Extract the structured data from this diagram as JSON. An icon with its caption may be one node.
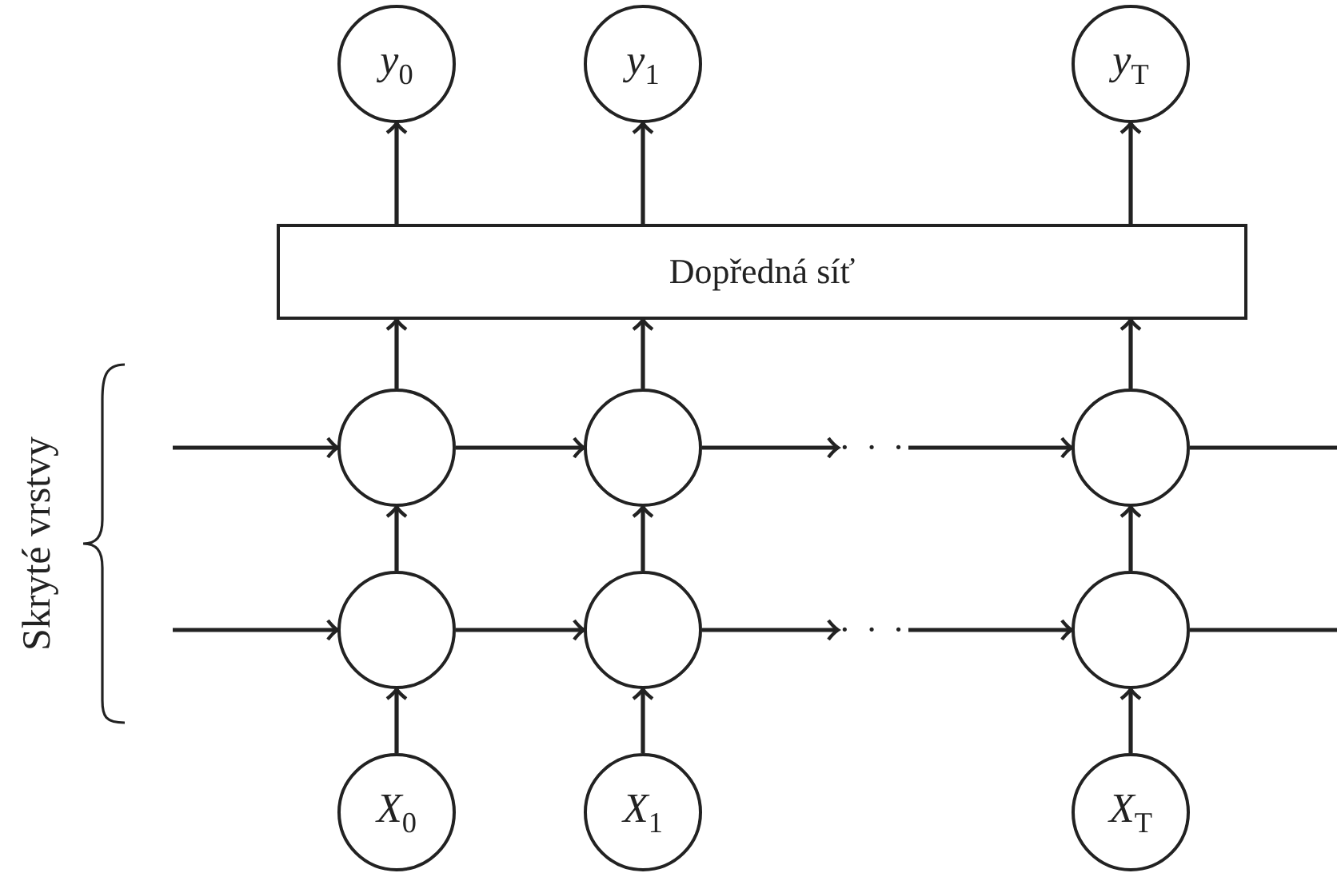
{
  "diagram": {
    "nodes": [
      {
        "text": [
          "*y*$_{0}$"
        ]
      },
      {
        "text": [
          "*y*$_{1}$"
        ]
      },
      {
        "text": [
          "*y*$_{T}$"
        ]
      },
      {
        "text": [
          "Dopředná síť"
        ]
      },
      {
        "text": [],
        "shape": "circle"
      },
      {
        "text": [],
        "shape": "circle"
      },
      {
        "text": [
          "· · ·"
        ]
      },
      {
        "text": [],
        "shape": "circle"
      },
      {
        "text": [],
        "shape": "circle"
      },
      {
        "text": [],
        "shape": "circle"
      },
      {
        "text": [
          "· · ·"
        ]
      },
      {
        "text": [],
        "shape": "circle"
      },
      {
        "text": [
          "*X*$_{0}$"
        ]
      },
      {
        "text": [
          "*X*$_{1}$"
        ]
      },
      {
        "text": [
          "*X*$_{T}$"
        ]
      }
    ],
    "edges": [
      {
        "from": 12,
        "to": 8,
        "arrow": "to"
      },
      {
        "from": 13,
        "to": 9,
        "arrow": "to"
      },
      {
        "from": 14,
        "to": 11,
        "arrow": "to"
      },
      {
        "from": 8,
        "to": 4,
        "arrow": "to"
      },
      {
        "from": 9,
        "to": 5,
        "arrow": "to"
      },
      {
        "from": 11,
        "to": 7,
        "arrow": "to"
      },
      {
        "from": 4,
        "to": 3,
        "arrow": "to"
      },
      {
        "from": 5,
        "to": 3,
        "arrow": "to"
      },
      {
        "from": 7,
        "to": 3,
        "arrow": "to"
      },
      {
        "from": 3,
        "to": 0,
        "arrow": "to"
      },
      {
        "from": 3,
        "to": 1,
        "arrow": "to"
      },
      {
        "from": 3,
        "to": 2,
        "arrow": "to"
      },
      {
        "from": null,
        "to": 4,
        "arrow": "to"
      },
      {
        "from": 4,
        "to": 5,
        "arrow": "to"
      },
      {
        "from": 5,
        "to": 6,
        "arrow": "to"
      },
      {
        "from": 6,
        "to": 7,
        "arrow": "to"
      },
      {
        "from": 7,
        "to": null,
        "arrow": "to"
      },
      {
        "from": null,
        "to": 8,
        "arrow": "to"
      },
      {
        "from": 8,
        "to": 9,
        "arrow": "to"
      },
      {
        "from": 9,
        "to": 10,
        "arrow": "to"
      },
      {
        "from": 10,
        "to": 11,
        "arrow": "to"
      },
      {
        "from": 11,
        "to": null,
        "arrow": "to"
      }
    ],
    "labels": [
      "Skryté vrstvy"
    ]
  }
}
